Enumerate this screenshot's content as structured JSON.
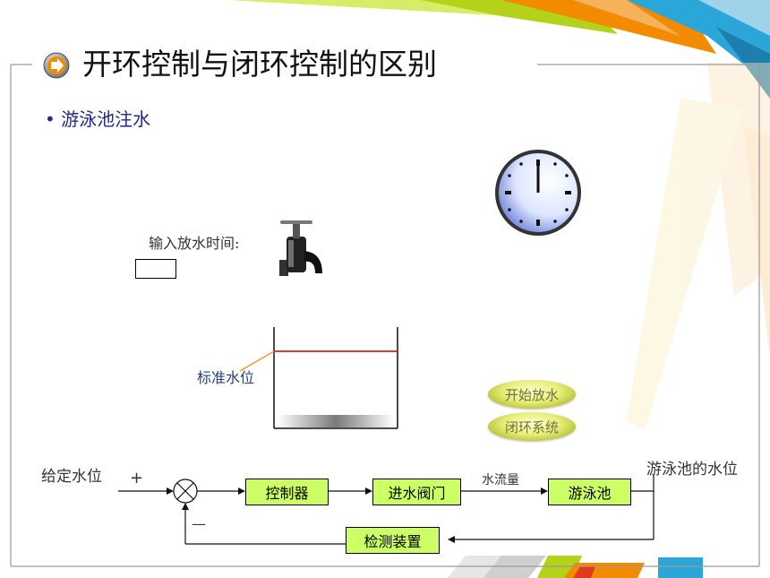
{
  "slide": {
    "title": "开环控制与闭环控制的区别",
    "bullet": "游泳池注水"
  },
  "scene": {
    "time_input_label": "输入放水时间:",
    "time_input_value": "",
    "standard_level_label": "标准水位"
  },
  "buttons": {
    "start": "开始放水",
    "closed_loop": "闭环系统"
  },
  "block_diagram": {
    "input_label": "给定水位",
    "plus_sign": "+",
    "minus_sign": "—",
    "controller": "控制器",
    "inlet_valve": "进水阀门",
    "flow_label": "水流量",
    "pool": "游泳池",
    "output_label": "游泳池的水位",
    "sensor": "检测装置"
  },
  "colors": {
    "box_fill": "#ccff66",
    "accent_orange": "#f28b00",
    "accent_green": "#b5d21a",
    "accent_blue": "#2aa6d8",
    "standard_line": "#c00000",
    "bullet_text": "#1f2a8a"
  }
}
